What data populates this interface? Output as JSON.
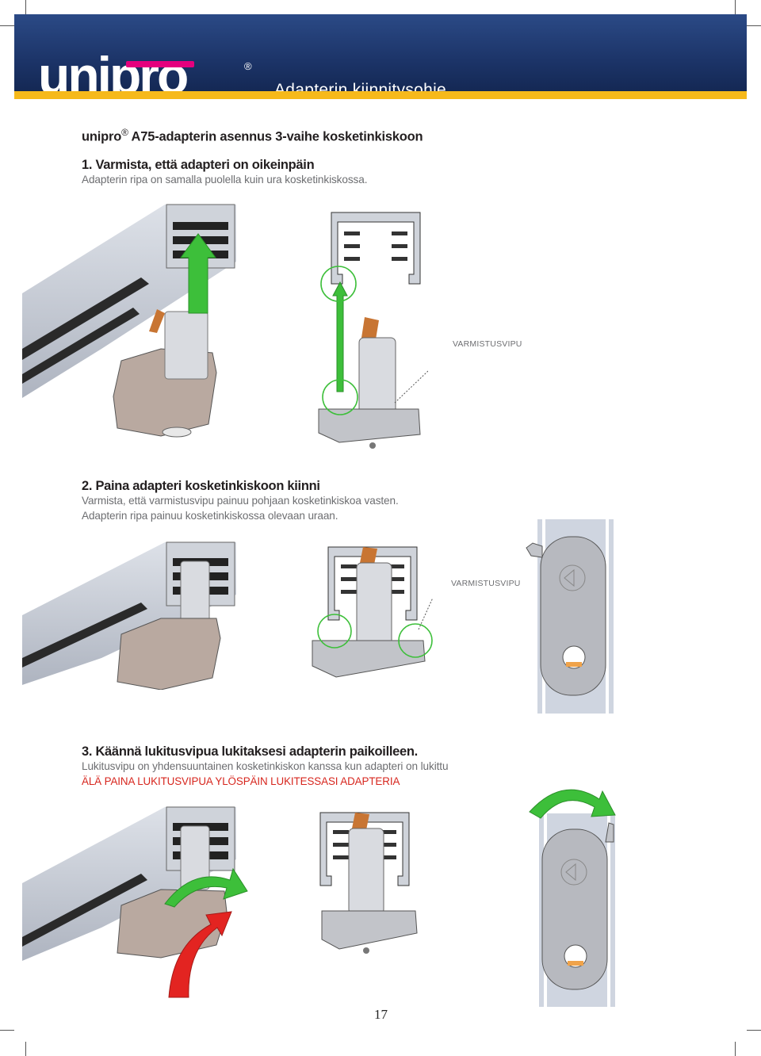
{
  "header": {
    "logo_text": "unipro",
    "registered_mark": "®",
    "document_title": "Adapterin kiinnitysohje"
  },
  "main_heading": {
    "brand": "unipro",
    "mark": "®",
    "text": " A75-adapterin asennus 3-vaihe kosketinkiskoon"
  },
  "steps": [
    {
      "title": "1. Varmista, että adapteri on oikeinpäin",
      "lines": [
        "Adapterin ripa on samalla puolella kuin ura kosketinkiskossa."
      ],
      "callout": "VARMISTUSVIPU"
    },
    {
      "title": "2. Paina adapteri kosketinkiskoon kiinni",
      "lines": [
        "Varmista, että varmistusvipu painuu pohjaan kosketinkiskoa vasten.",
        "Adapterin ripa painuu kosketinkiskossa olevaan uraan."
      ],
      "callout": "VARMISTUSVIPU"
    },
    {
      "title": "3. Käännä lukitusvipua lukitaksesi adapterin paikoilleen.",
      "lines": [
        "Lukitusvipu on yhdensuuntainen kosketinkiskon kanssa kun adapteri on lukittu"
      ],
      "warning": "ÄLÄ PAINA LUKITUSVIPUA YLÖSPÄIN LUKITESSASI ADAPTERIA"
    }
  ],
  "page_number": "17",
  "colors": {
    "header_blue": "#1c3468",
    "accent_yellow": "#f6b91b",
    "logo_pink": "#e5007e",
    "arrow_green": "#3dbf3a",
    "arrow_red": "#e32421",
    "warning_red": "#d7261e"
  }
}
